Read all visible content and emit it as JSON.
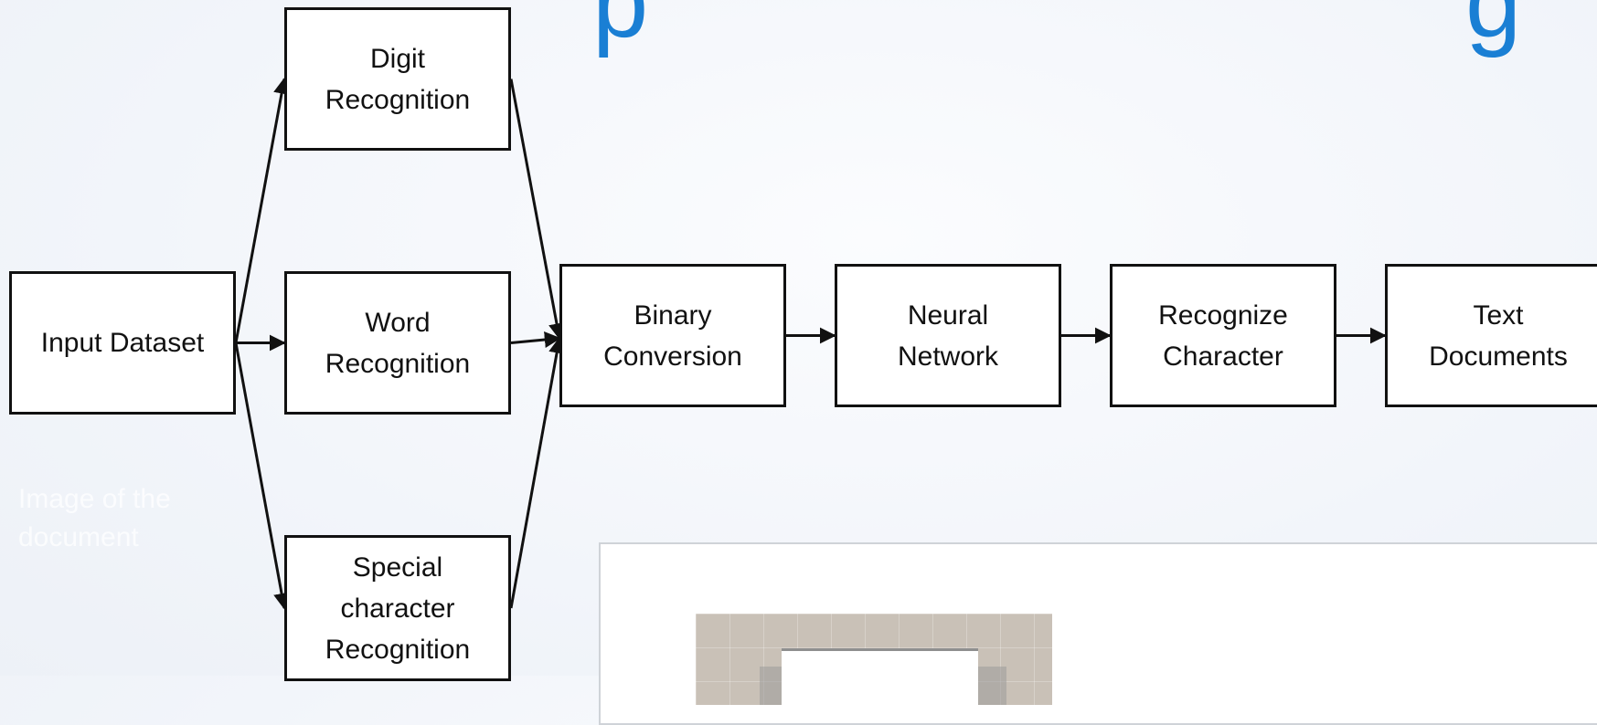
{
  "title": {
    "left_fragment": "p",
    "right_fragment": "g"
  },
  "background_text": {
    "line1": "Image of the",
    "line2": "document"
  },
  "nodes": {
    "input_dataset": "Input Dataset",
    "digit_recognition": "Digit\nRecognition",
    "word_recognition": "Word\nRecognition",
    "special_character_recognition": "Special\ncharacter\nRecognition",
    "binary_conversion": "Binary\nConversion",
    "neural_network": "Neural\nNetwork",
    "recognize_character": "Recognize\nCharacter",
    "text_documents": "Text\nDocuments"
  },
  "edges": [
    {
      "from": "input_dataset",
      "to": "digit_recognition"
    },
    {
      "from": "input_dataset",
      "to": "word_recognition"
    },
    {
      "from": "input_dataset",
      "to": "special_character_recognition"
    },
    {
      "from": "digit_recognition",
      "to": "binary_conversion"
    },
    {
      "from": "word_recognition",
      "to": "binary_conversion"
    },
    {
      "from": "special_character_recognition",
      "to": "binary_conversion"
    },
    {
      "from": "binary_conversion",
      "to": "neural_network"
    },
    {
      "from": "neural_network",
      "to": "recognize_character"
    },
    {
      "from": "recognize_character",
      "to": "text_documents"
    }
  ],
  "colors": {
    "title": "#1a7fd4",
    "node_border": "#111111",
    "edge": "#111111",
    "background": "#f2f5fa"
  }
}
